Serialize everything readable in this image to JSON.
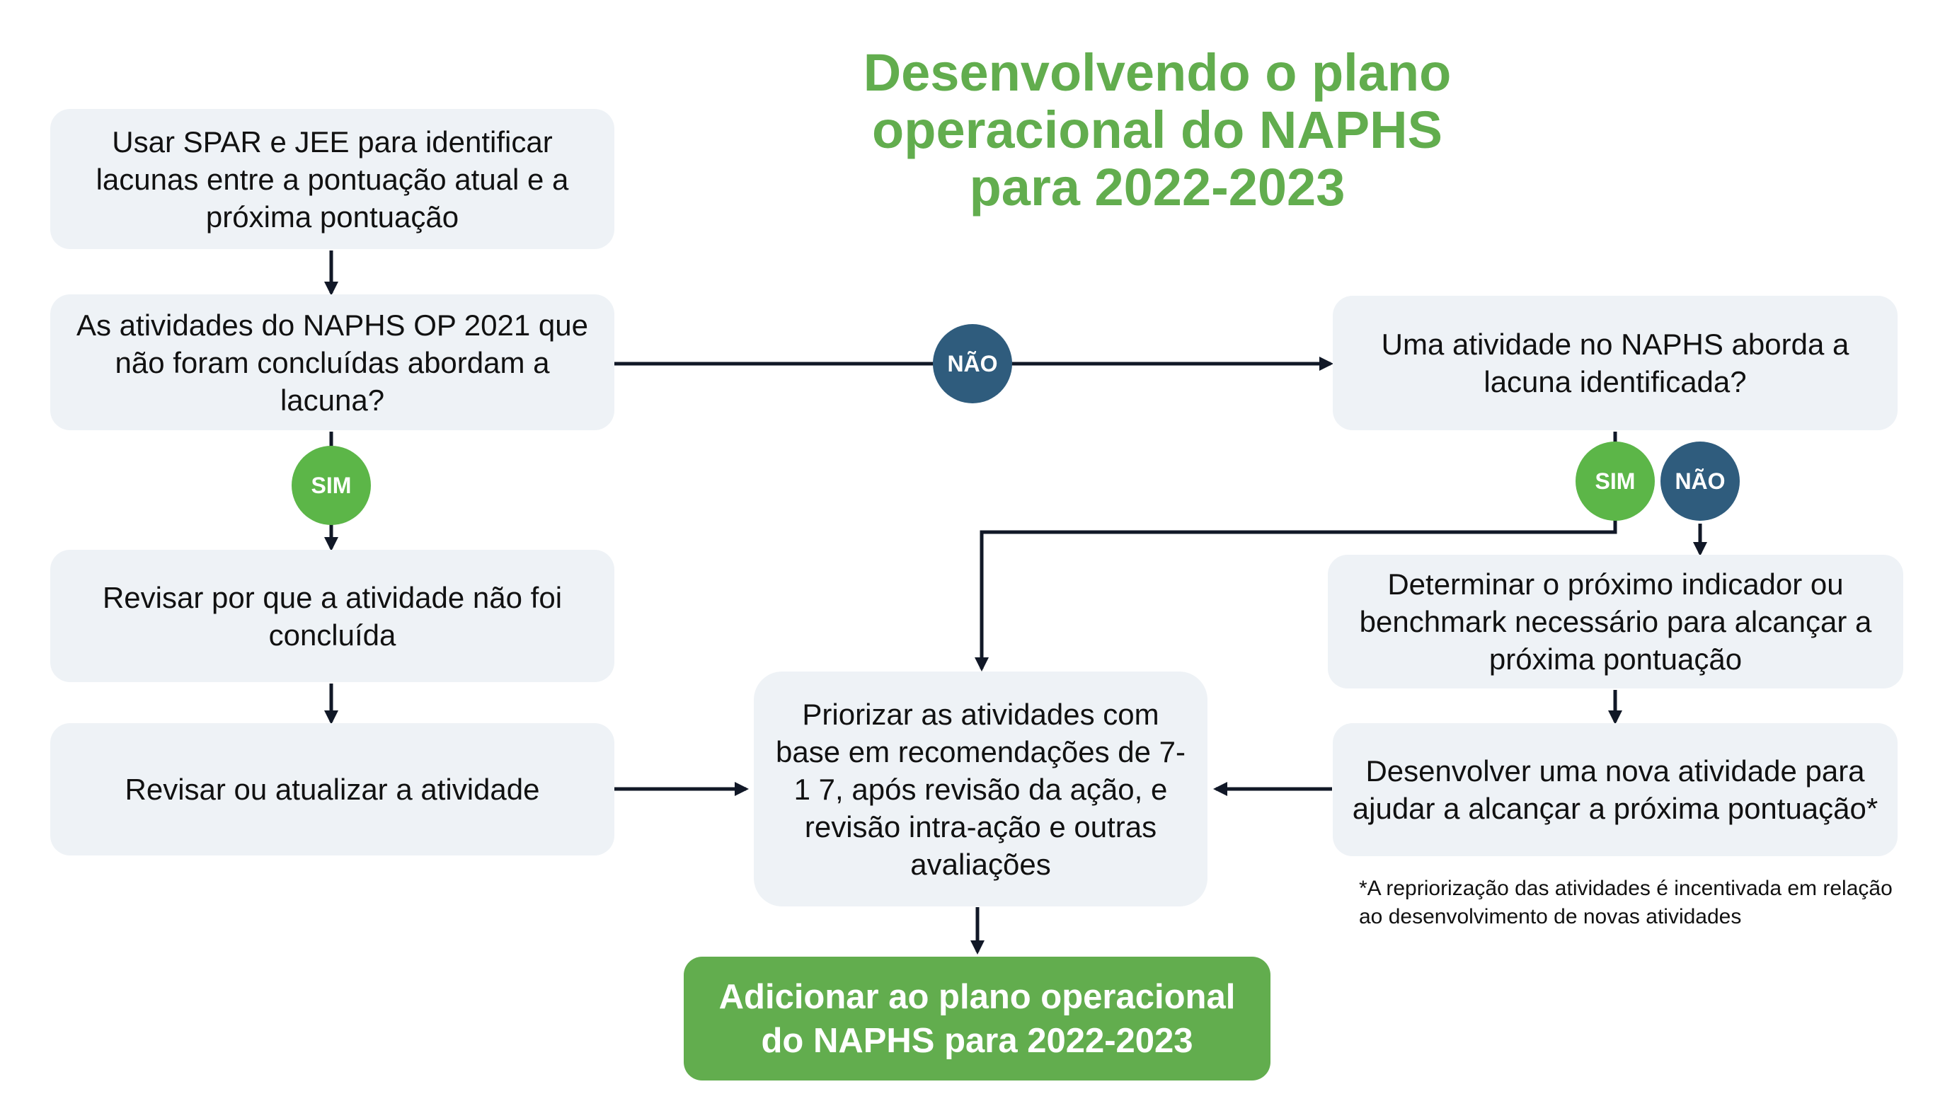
{
  "title": "Desenvolvendo o plano operacional do NAPHS para 2022-2023",
  "colors": {
    "green": "#62ad4e",
    "badge_green": "#5cb648",
    "badge_blue": "#2f5c7d",
    "box_bg": "#eef2f6",
    "arrow": "#111827"
  },
  "boxes": {
    "identify_gaps": "Usar SPAR e JEE para identificar lacunas entre a pontuação atual e a próxima pontuação",
    "op2021_question": "As atividades do NAPHS OP 2021 que não foram concluídas abordam a lacuna?",
    "review_why": "Revisar por que a atividade não foi concluída",
    "review_update": "Revisar ou atualizar a atividade",
    "naphs_question": "Uma atividade no NAPHS aborda a lacuna identificada?",
    "next_indicator": "Determinar o próximo indicador ou benchmark necessário para alcançar a próxima pontuação",
    "new_activity": "Desenvolver uma nova atividade para ajudar a alcançar a próxima pontuação*",
    "prioritize": "Priorizar as atividades com base em recomendações de 7-1 7, após revisão da ação, e revisão intra-ação e outras avaliações",
    "add_plan": "Adicionar ao plano operacional do NAPHS para 2022-2023"
  },
  "badges": {
    "sim": "SIM",
    "nao": "NÃO"
  },
  "footnote": "*A repriorização das atividades é incentivada em relação ao desenvolvimento de novas atividades"
}
